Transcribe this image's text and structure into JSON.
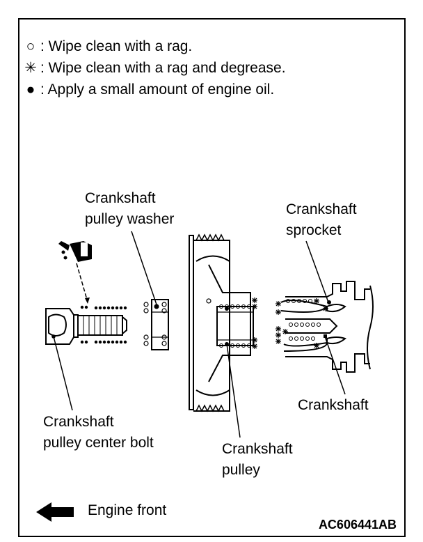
{
  "legend": [
    {
      "symbol": "○",
      "symbol_name": "open-circle-icon",
      "text": ": Wipe clean with a rag."
    },
    {
      "symbol": "✳",
      "symbol_name": "asterisk-icon",
      "text": ": Wipe clean with a rag and degrease."
    },
    {
      "symbol": "●",
      "symbol_name": "filled-dot-icon",
      "text": ": Apply a small amount of engine oil."
    }
  ],
  "labels": {
    "washer": [
      "Crankshaft",
      "pulley washer"
    ],
    "sprocket": [
      "Crankshaft",
      "sprocket"
    ],
    "bolt": [
      "Crankshaft",
      "pulley center bolt"
    ],
    "pulley": [
      "Crankshaft",
      "pulley"
    ],
    "crankshaft": "Crankshaft"
  },
  "footer": {
    "direction_label": "Engine front",
    "code": "AC606441AB"
  }
}
